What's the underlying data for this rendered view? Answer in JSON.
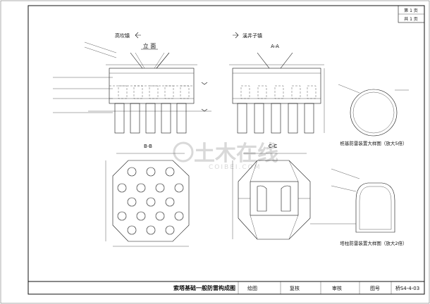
{
  "sheet": {
    "page_label": "第 1 页",
    "total_label": "共 1 页",
    "drawing_title": "索塔基础一般防雷构成图",
    "title_block": {
      "draw_label": "绘图",
      "review_label": "复核",
      "approve_label": "审核",
      "fig_no_label": "图号",
      "fig_no_value": "桥S4-4-03"
    }
  },
  "views": {
    "elevation_title": "立 面",
    "left_direction": "高坎镇",
    "right_direction": "溪井子镇",
    "section_aa": "A-A",
    "section_bb": "B-B",
    "section_cc": "C-C",
    "detail1_caption": "桩基防雷装置大样图（放大5倍）",
    "detail2_caption": "塔柱防雷装置大样图（放大2倍）"
  },
  "watermark": {
    "cn": "土木在线",
    "en": "COIBEI.COM"
  },
  "colors": {
    "line": "#111111",
    "watermark": "#d9d9d9"
  }
}
